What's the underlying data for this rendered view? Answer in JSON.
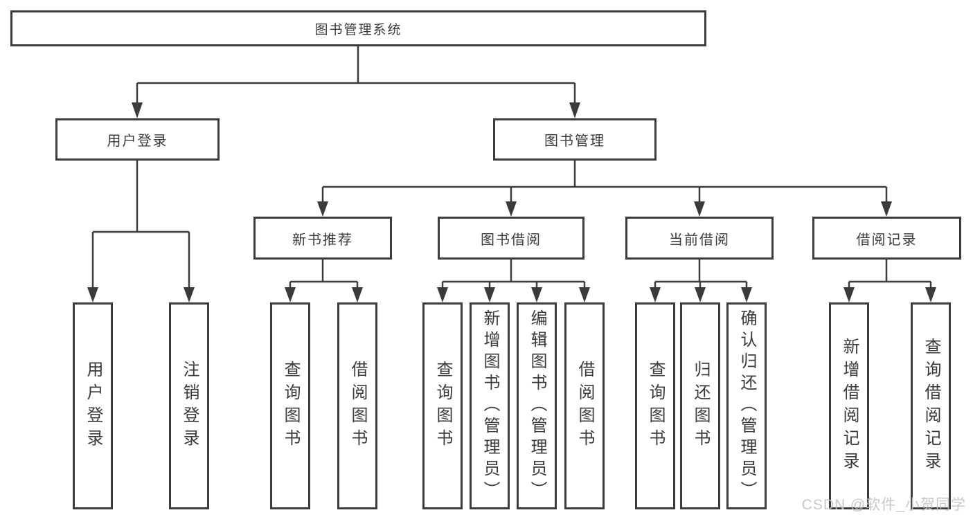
{
  "diagram": {
    "root": {
      "label": "图书管理系统"
    },
    "branches": [
      {
        "label": "用户登录",
        "children": [
          {
            "label": "用户登录"
          },
          {
            "label": "注销登录"
          }
        ]
      },
      {
        "label": "图书管理",
        "children": [
          {
            "label": "新书推荐",
            "children": [
              {
                "label": "查询图书"
              },
              {
                "label": "借阅图书"
              }
            ]
          },
          {
            "label": "图书借阅",
            "children": [
              {
                "label": "查询图书"
              },
              {
                "label": "新增图书（管理员）"
              },
              {
                "label": "编辑图书（管理员）"
              },
              {
                "label": "借阅图书"
              }
            ]
          },
          {
            "label": "当前借阅",
            "children": [
              {
                "label": "查询图书"
              },
              {
                "label": "归还图书"
              },
              {
                "label": "确认归还（管理员）"
              }
            ]
          },
          {
            "label": "借阅记录",
            "children": [
              {
                "label": "新增借阅记录"
              },
              {
                "label": "查询借阅记录"
              }
            ]
          }
        ]
      }
    ],
    "watermark": "CSDN @软件_小贺同学",
    "colors": {
      "line": "#3b3b3b",
      "text": "#3a3a3a",
      "watermark": "#c3c3c3",
      "background": "#ffffff"
    }
  }
}
